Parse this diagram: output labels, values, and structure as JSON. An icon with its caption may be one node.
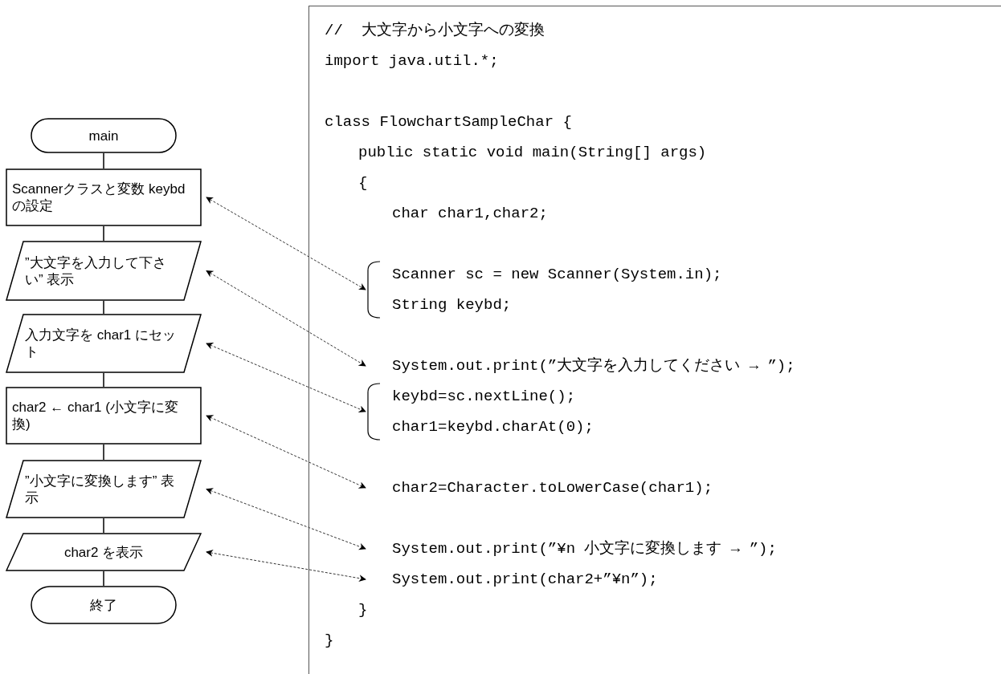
{
  "diagram": {
    "nodes": [
      {
        "text": [
          "main"
        ]
      },
      {
        "text": [
          "Scannerクラスと変数 keybd の設定"
        ]
      },
      {
        "text": [
          "”大文字を入力して下さい” 表示"
        ]
      },
      {
        "text": [
          "入力文字を char1 にセット"
        ]
      },
      {
        "text": [
          "char2 ← char1 (小文字に変換)"
        ]
      },
      {
        "text": [
          "”小文字に変換します” 表示"
        ]
      },
      {
        "text": [
          "char2 を表示"
        ]
      },
      {
        "text": [
          "終了"
        ]
      },
      {
        "text": [],
        "shape": "box"
      },
      {
        "text": [
          "Scanner sc = new Scanner(System.in);",
          "String keybd;"
        ],
        "in": 8
      },
      {
        "text": [
          "System.out.print(”大文字を入力してください → ”);"
        ],
        "in": 8
      },
      {
        "text": [
          "keybd=sc.nextLine();",
          "char1=keybd.charAt(0);"
        ],
        "in": 8
      },
      {
        "text": [
          "char2=Character.toLowerCase(char1);"
        ],
        "in": 8
      },
      {
        "text": [
          "System.out.print(”¥n 小文字に変換します → ”);"
        ],
        "in": 8
      },
      {
        "text": [
          "System.out.print(char2+”¥n”);"
        ],
        "in": 8
      }
    ],
    "edges": [
      {
        "from": 0,
        "to": 1,
        "arrow": "none"
      },
      {
        "from": 1,
        "to": 2,
        "arrow": "none"
      },
      {
        "from": 2,
        "to": 3,
        "arrow": "none"
      },
      {
        "from": 3,
        "to": 4,
        "arrow": "none"
      },
      {
        "from": 4,
        "to": 5,
        "arrow": "none"
      },
      {
        "from": 5,
        "to": 6,
        "arrow": "none"
      },
      {
        "from": 6,
        "to": 7,
        "arrow": "none"
      },
      {
        "from": 1,
        "to": 9,
        "arrow": "both",
        "style": "dashed"
      },
      {
        "from": 2,
        "to": 10,
        "arrow": "both",
        "style": "dashed"
      },
      {
        "from": 3,
        "to": 11,
        "arrow": "both",
        "style": "dashed"
      },
      {
        "from": 4,
        "to": 12,
        "arrow": "both",
        "style": "dashed"
      },
      {
        "from": 5,
        "to": 13,
        "arrow": "both",
        "style": "dashed"
      },
      {
        "from": 6,
        "to": 14,
        "arrow": "both",
        "style": "dashed"
      }
    ],
    "labels": [
      "//  大文字から小文字への変換",
      "import java.util.*;",
      "class FlowchartSampleChar {",
      "public static void main(String[] args)",
      "{",
      "char char1,char2;",
      "}",
      "}"
    ]
  }
}
